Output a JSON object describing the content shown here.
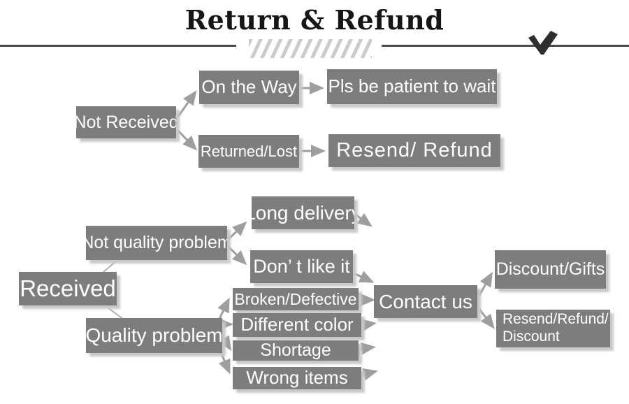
{
  "title": "Return & Refund",
  "decor": {
    "checkmark_icon": "bold-v-checkmark",
    "hatch_style": "diagonal-forward-slash-stripes"
  },
  "colors": {
    "box_bg": "#7d7d7d",
    "box_text": "#ffffff",
    "arrow": "#9e9e9e",
    "connector": "#b0b0b0",
    "title_line": "#4a4a4a",
    "title_text": "#161616",
    "shadow": "#c8c8c8",
    "hatch": "#cbcbcb",
    "background": "#ffffff"
  },
  "nodes": {
    "not_received": "Not Received",
    "on_the_way": "On the Way",
    "pls_wait": "Pls be patient to wait",
    "returned_lost": "Returned/Lost",
    "resend_refund": "Resend/ Refund",
    "received": "Received",
    "not_quality_problem": "Not quality problem",
    "long_delivery": "Long delivery",
    "dont_like_it": "Don’ t like it",
    "quality_problem": "Quality problem",
    "broken_defective": "Broken/Defective",
    "different_color": "Different color",
    "shortage": "Shortage",
    "wrong_items": "Wrong items",
    "contact_us": "Contact us",
    "discount_gifts": "Discount/Gifts",
    "resend_refund_discount": {
      "line1": "Resend/Refund/",
      "line2": "Discount"
    }
  },
  "edges": [
    {
      "from": "not_received",
      "to": "on_the_way",
      "type": "arrow"
    },
    {
      "from": "not_received",
      "to": "returned_lost",
      "type": "arrow"
    },
    {
      "from": "on_the_way",
      "to": "pls_wait",
      "type": "arrow"
    },
    {
      "from": "returned_lost",
      "to": "resend_refund",
      "type": "arrow"
    },
    {
      "from": "received",
      "to": "not_quality_problem",
      "type": "line"
    },
    {
      "from": "received",
      "to": "quality_problem",
      "type": "line"
    },
    {
      "from": "not_quality_problem",
      "to": "long_delivery",
      "type": "arrow"
    },
    {
      "from": "not_quality_problem",
      "to": "dont_like_it",
      "type": "arrow"
    },
    {
      "from": "long_delivery",
      "to": "contact_us",
      "type": "arrow"
    },
    {
      "from": "dont_like_it",
      "to": "contact_us",
      "type": "arrow"
    },
    {
      "from": "quality_problem",
      "to": "broken_defective",
      "type": "arrow"
    },
    {
      "from": "quality_problem",
      "to": "different_color",
      "type": "arrow"
    },
    {
      "from": "quality_problem",
      "to": "shortage",
      "type": "arrow"
    },
    {
      "from": "quality_problem",
      "to": "wrong_items",
      "type": "arrow"
    },
    {
      "from": "broken_defective",
      "to": "contact_us",
      "type": "arrow"
    },
    {
      "from": "different_color",
      "to": "contact_us",
      "type": "arrow"
    },
    {
      "from": "shortage",
      "to": "contact_us",
      "type": "arrow"
    },
    {
      "from": "wrong_items",
      "to": "contact_us",
      "type": "arrow"
    },
    {
      "from": "contact_us",
      "to": "discount_gifts",
      "type": "arrow"
    },
    {
      "from": "contact_us",
      "to": "resend_refund_discount",
      "type": "arrow"
    }
  ]
}
